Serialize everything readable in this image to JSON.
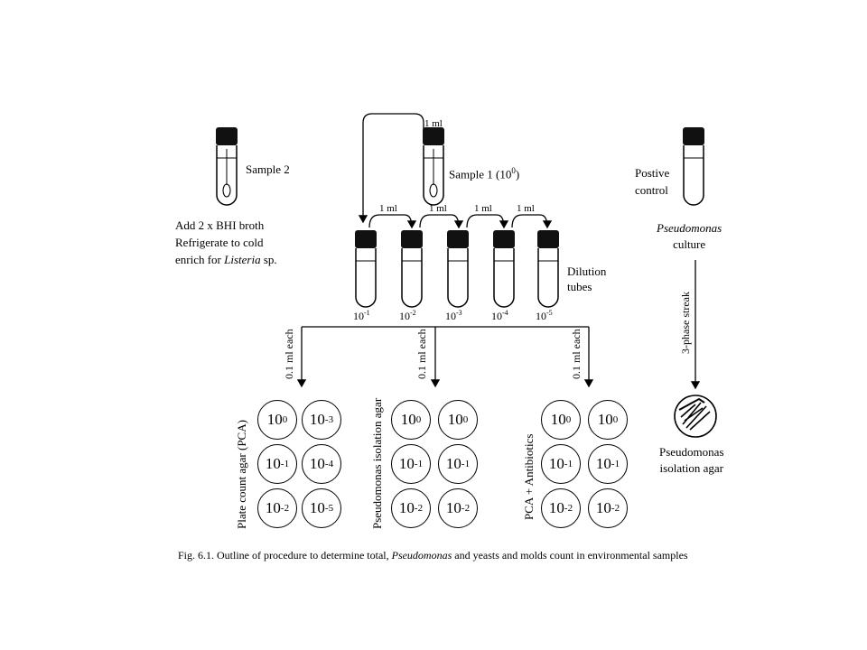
{
  "labels": {
    "sample2": "Sample 2",
    "sample1": "Sample 1 (10",
    "sample1_exp": "0",
    "sample1_close": ")",
    "positive_control": [
      "Postive",
      "control"
    ],
    "pseudomonas_culture": [
      "Pseudomonas",
      "culture"
    ],
    "sample2_notes": [
      "Add 2 x BHI broth",
      "Refrigerate to cold",
      "enrich for "
    ],
    "listeria": "Listeria",
    "listeria_suffix": " sp.",
    "dilution_tubes": [
      "Dilution",
      "tubes"
    ],
    "pseudomonas_isolation_agar": [
      "Pseudomonas",
      "isolation agar"
    ]
  },
  "transfers": {
    "top": "1 ml",
    "between_tubes": [
      "1 ml",
      "1 ml",
      "1 ml",
      "1 ml"
    ],
    "plating": "0.1 ml each",
    "streak": "3-phase streak"
  },
  "dilution_labels": [
    {
      "base": "10",
      "exp": "-1"
    },
    {
      "base": "10",
      "exp": "-2"
    },
    {
      "base": "10",
      "exp": "-3"
    },
    {
      "base": "10",
      "exp": "-4"
    },
    {
      "base": "10",
      "exp": "-5"
    }
  ],
  "plate_groups": [
    {
      "name": "Plate count agar (PCA)",
      "plates": [
        [
          {
            "base": "10",
            "exp": "0"
          },
          {
            "base": "10",
            "exp": "-3"
          }
        ],
        [
          {
            "base": "10",
            "exp": "-1"
          },
          {
            "base": "10",
            "exp": "-4"
          }
        ],
        [
          {
            "base": "10",
            "exp": "-2"
          },
          {
            "base": "10",
            "exp": "-5"
          }
        ]
      ]
    },
    {
      "name": "Pseudomonas isolation agar",
      "plates": [
        [
          {
            "base": "10",
            "exp": "0"
          },
          {
            "base": "10",
            "exp": "0"
          }
        ],
        [
          {
            "base": "10",
            "exp": "-1"
          },
          {
            "base": "10",
            "exp": "-1"
          }
        ],
        [
          {
            "base": "10",
            "exp": "-2"
          },
          {
            "base": "10",
            "exp": "-2"
          }
        ]
      ]
    },
    {
      "name": "PCA + Antibiotics",
      "plates": [
        [
          {
            "base": "10",
            "exp": "0"
          },
          {
            "base": "10",
            "exp": "0"
          }
        ],
        [
          {
            "base": "10",
            "exp": "-1"
          },
          {
            "base": "10",
            "exp": "-1"
          }
        ],
        [
          {
            "base": "10",
            "exp": "-2"
          },
          {
            "base": "10",
            "exp": "-2"
          }
        ]
      ]
    }
  ],
  "caption": {
    "prefix": "Fig. 6.1. Outline of procedure to determine total, ",
    "italic": "Pseudomonas",
    "suffix": " and yeasts and molds count in environmental samples"
  }
}
